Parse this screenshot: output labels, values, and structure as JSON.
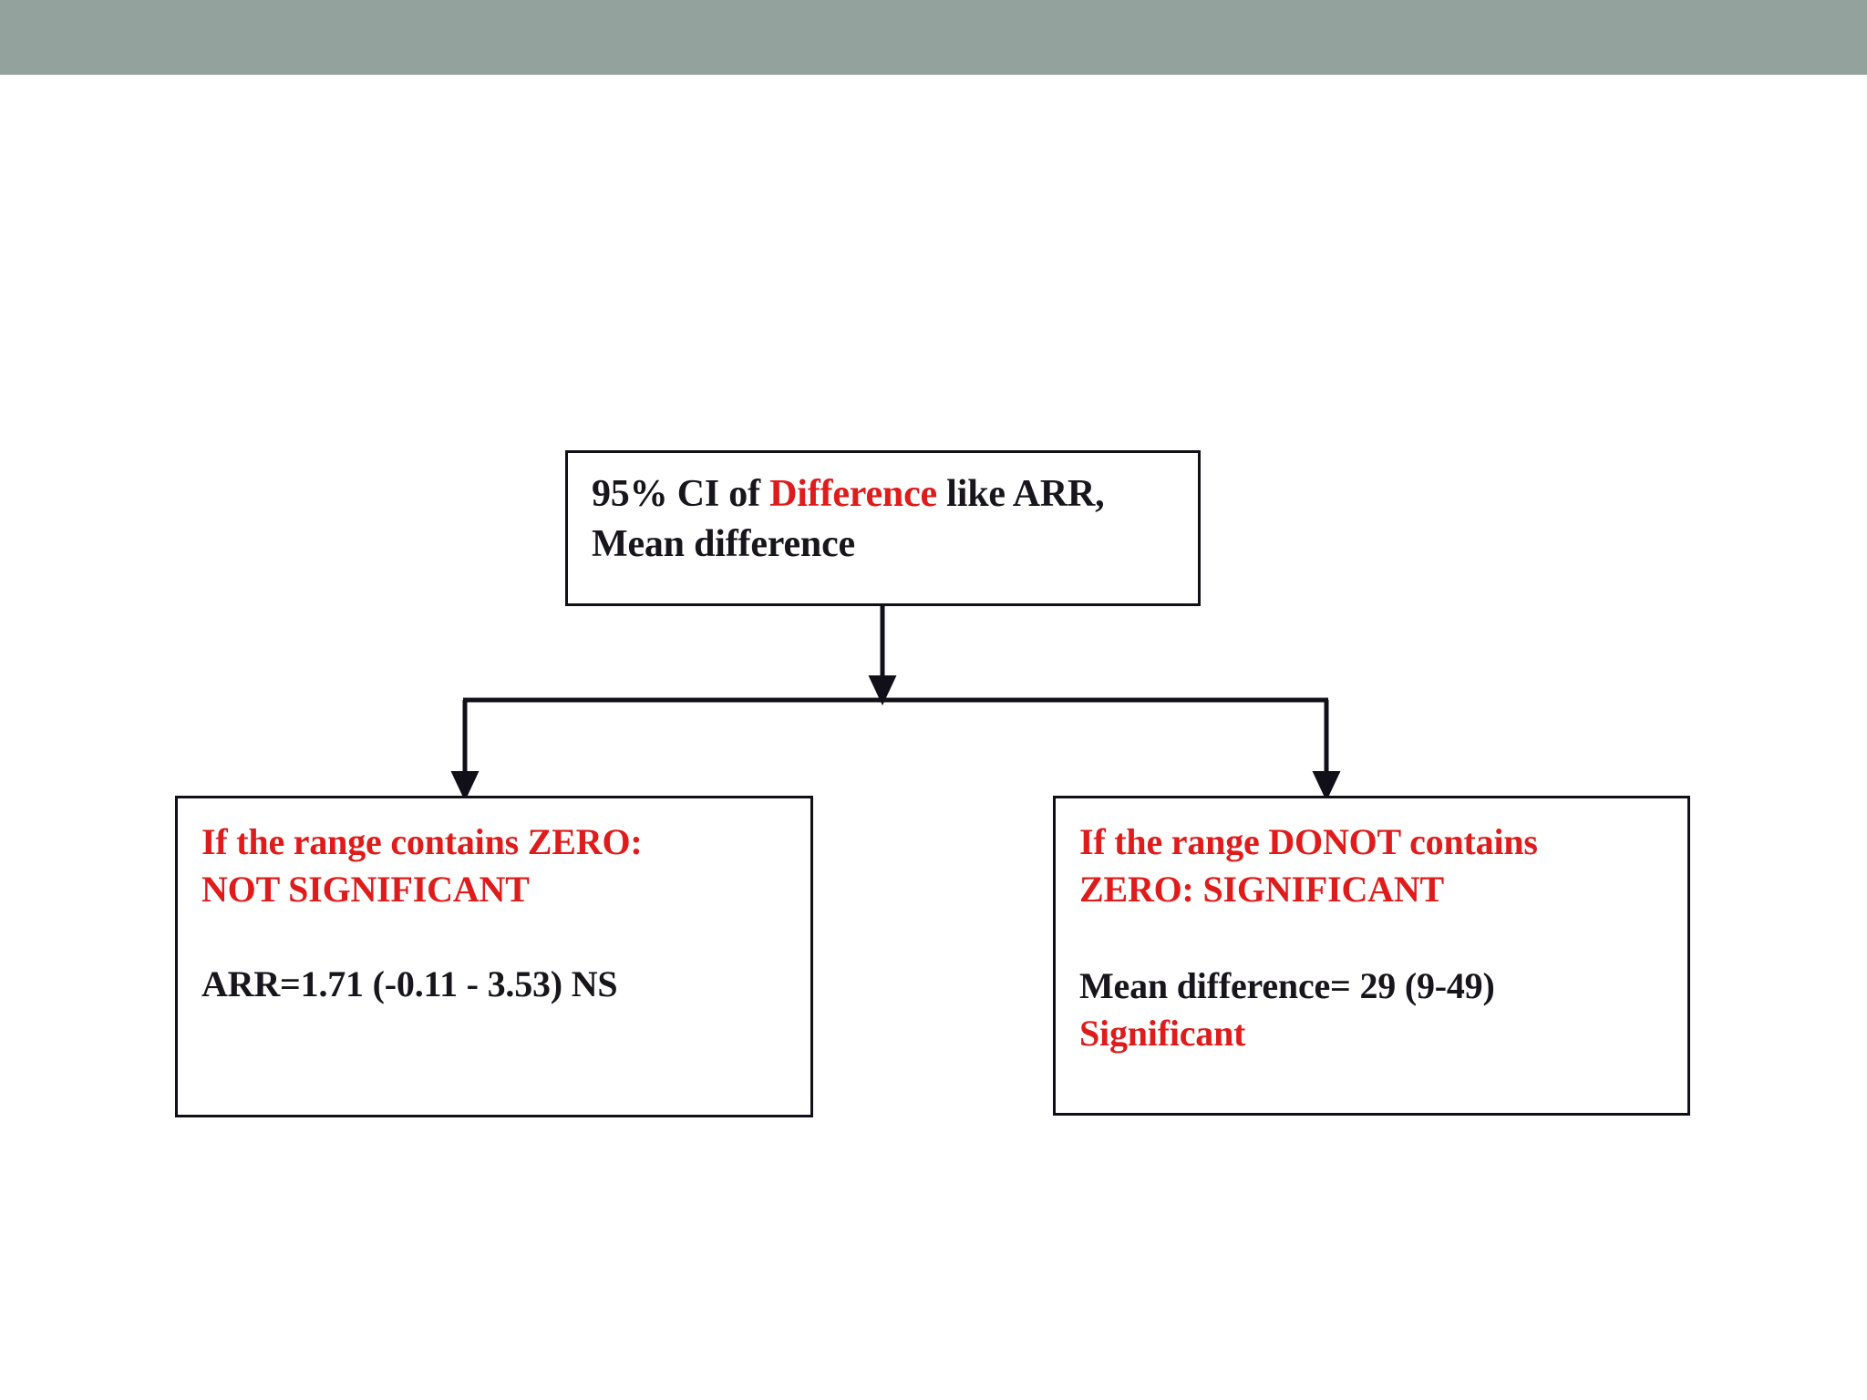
{
  "slide": {
    "header_band_color": "#93a29c",
    "background_color": "#ffffff",
    "accent_red": "#e01b1b",
    "text_black": "#18161c",
    "border_color": "#111018"
  },
  "diagram": {
    "type": "flowchart",
    "root": {
      "id": "ci-of-difference",
      "line1_part1": "95% CI of ",
      "line1_highlight": "Difference",
      "line1_part2": " like ARR,",
      "line2": "Mean difference",
      "full_text": "95% CI of Difference like ARR, Mean difference"
    },
    "branches": [
      {
        "id": "contains-zero",
        "heading_line1": "If the range contains ZERO:",
        "heading_line2": "NOT SIGNIFICANT",
        "heading_color": "#e01b1b",
        "example_text": "ARR=1.71 (-0.11 - 3.53) NS",
        "example_color": "#18161c",
        "statistic": "ARR",
        "point_estimate": "1.71",
        "ci_lower": "-0.11",
        "ci_upper": "3.53",
        "verdict": "NS"
      },
      {
        "id": "donot-contain-zero",
        "heading_line1": "If the range DONOT contains",
        "heading_line2": "ZERO: SIGNIFICANT",
        "heading_color": "#e01b1b",
        "example_text": "Mean difference= 29 (9-49)",
        "example_color": "#18161c",
        "verdict_text": "Significant",
        "verdict_color": "#e01b1b",
        "statistic": "Mean difference",
        "point_estimate": "29",
        "ci_lower": "9",
        "ci_upper": "49"
      }
    ],
    "connector": {
      "label": "splits-into-two-branches",
      "arrow_count": 3
    }
  }
}
